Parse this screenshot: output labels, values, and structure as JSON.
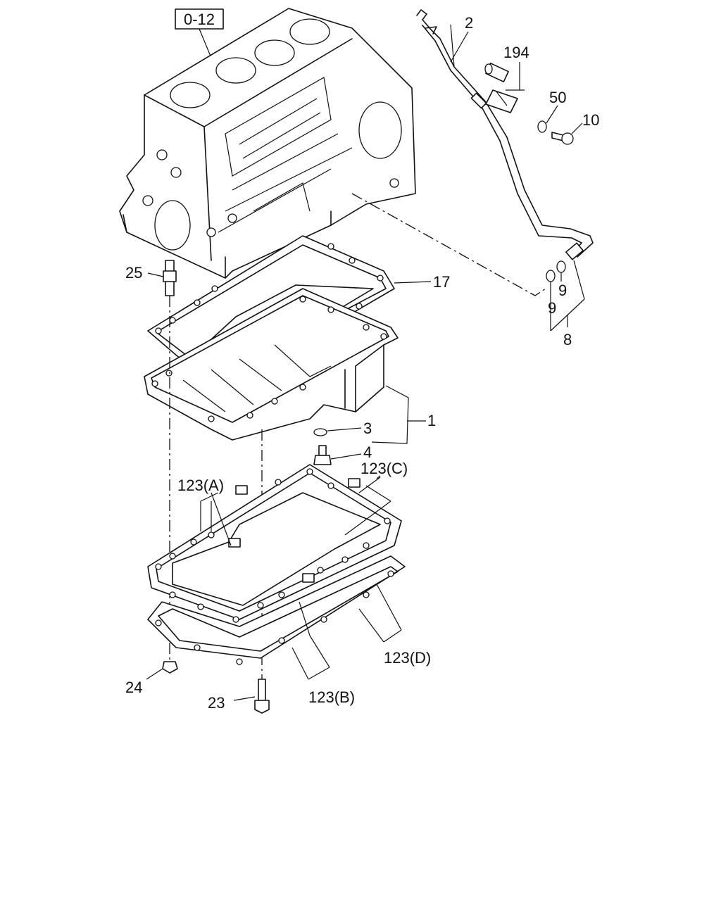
{
  "ref_box": "0-12",
  "labels": {
    "l2": "2",
    "l194": "194",
    "l50": "50",
    "l10": "10",
    "l17": "17",
    "l25": "25",
    "l9a": "9",
    "l9b": "9",
    "l8": "8",
    "l1": "1",
    "l3": "3",
    "l4": "4",
    "l123a": "123(A)",
    "l123b": "123(B)",
    "l123c": "123(C)",
    "l123d": "123(D)",
    "l24": "24",
    "l23": "23"
  }
}
